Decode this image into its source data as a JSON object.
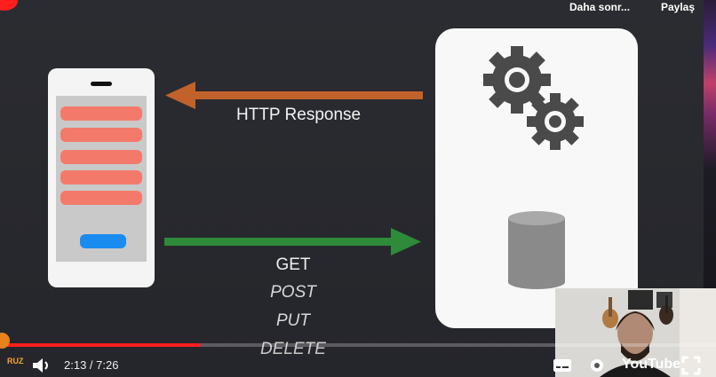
{
  "top_bar": {
    "watch_later": "Daha sonr...",
    "share": "Paylaş"
  },
  "diagram": {
    "response_label": "HTTP Response",
    "methods": [
      "GET",
      "POST",
      "PUT",
      "DELETE"
    ],
    "colors": {
      "response_arrow": "#c0622a",
      "request_arrow": "#2d8b39",
      "bars": "#f37a6a",
      "button": "#1a8cf0"
    }
  },
  "player": {
    "channel_badge": "RUZ",
    "time": "2:13 / 7:26",
    "youtube": "YouTube",
    "progress": 0.2804,
    "icons": [
      "volume-icon",
      "subtitles-icon",
      "settings-icon",
      "youtube-logo-icon",
      "fullscreen-icon"
    ]
  }
}
